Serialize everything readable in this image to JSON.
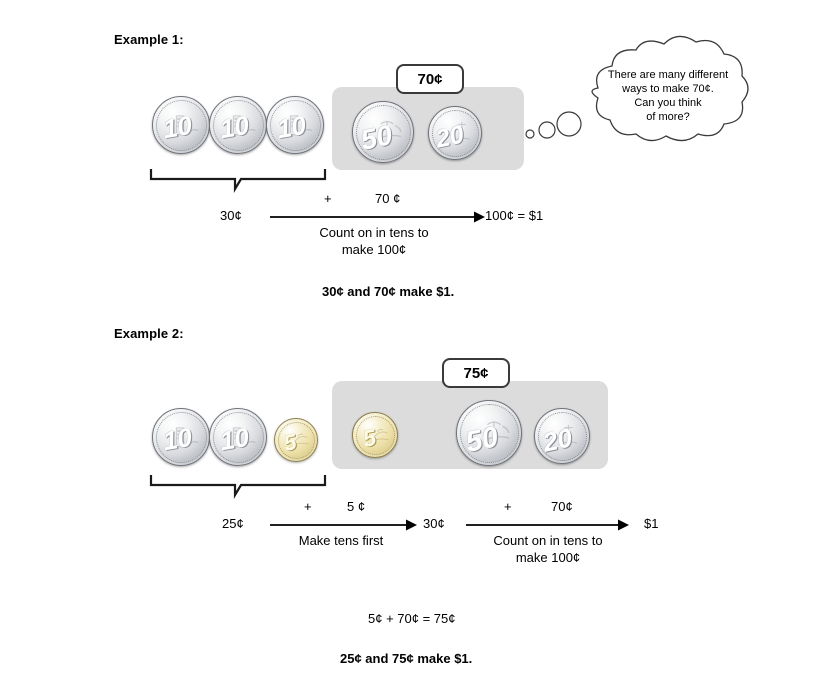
{
  "examples": [
    {
      "heading": "Example 1:",
      "left_coins": [
        {
          "value": "10",
          "metal": "silver"
        },
        {
          "value": "10",
          "metal": "silver"
        },
        {
          "value": "10",
          "metal": "silver"
        }
      ],
      "brace_label": "30¢",
      "panel_tag": "70¢",
      "panel_coins": [
        {
          "value": "50",
          "metal": "silver"
        },
        {
          "value": "20",
          "metal": "silver"
        }
      ],
      "arrow_steps": [
        {
          "start_label": "30¢",
          "plus_sign": "+",
          "amount": "70 ¢",
          "below_text": "Count on in tens to\nmake 100¢",
          "end_label": "100¢ = $1"
        }
      ],
      "conclusion": "30¢ and 70¢ make $1."
    },
    {
      "heading": "Example 2:",
      "left_coins": [
        {
          "value": "10",
          "metal": "silver"
        },
        {
          "value": "10",
          "metal": "silver"
        },
        {
          "value": "5",
          "metal": "gold"
        }
      ],
      "brace_label": "25¢",
      "panel_tag": "75¢",
      "panel_coins": [
        {
          "value": "5",
          "metal": "gold"
        },
        {
          "value": "50",
          "metal": "silver"
        },
        {
          "value": "20",
          "metal": "silver"
        }
      ],
      "arrow_steps": [
        {
          "start_label": "25¢",
          "plus_sign": "+",
          "amount": "5 ¢",
          "below_text": "Make tens first",
          "end_label": "30¢"
        },
        {
          "start_label": "30¢",
          "plus_sign": "+",
          "amount": "70¢",
          "below_text": "Count on in tens to\nmake 100¢",
          "end_label": "$1"
        }
      ],
      "equation": "5¢ + 70¢ = 75¢",
      "conclusion": "25¢ and 75¢ make $1."
    }
  ],
  "thought_bubble": {
    "text": "There are many different\nways to make 70¢.\nCan you think\nof more?"
  },
  "colors": {
    "panel_grey": "#dcdcdc",
    "ink": "#000000",
    "tag_border": "#3a3a3a",
    "silver": "#d8dade",
    "gold": "#ecdfa6"
  }
}
